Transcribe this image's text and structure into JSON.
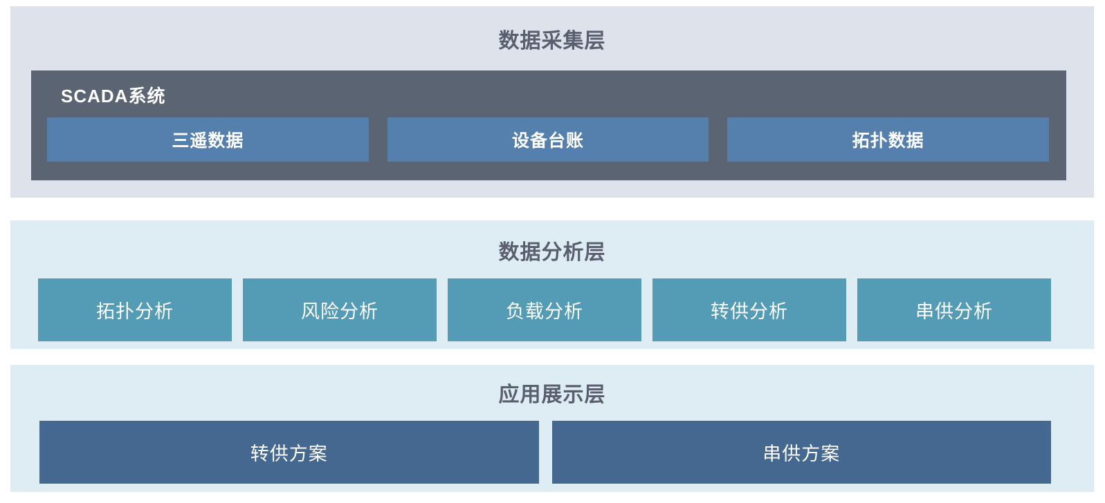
{
  "colors": {
    "page_bg": "#ffffff",
    "collection_layer_bg": "#dee2ea",
    "scada_container_bg": "#5a6472",
    "scada_item_bg": "#5580ae",
    "analysis_layer_bg": "#deecf3",
    "analysis_item_bg": "#549cb5",
    "application_layer_bg": "#deecf3",
    "application_item_bg": "#44688f",
    "layer_title_text": "#595f6e",
    "item_text": "#ffffff"
  },
  "layers": {
    "collection": {
      "title": "数据采集层",
      "scada": {
        "label": "SCADA系统",
        "items": [
          {
            "label": "三遥数据"
          },
          {
            "label": "设备台账"
          },
          {
            "label": "拓扑数据"
          }
        ]
      }
    },
    "analysis": {
      "title": "数据分析层",
      "items": [
        {
          "label": "拓扑分析"
        },
        {
          "label": "风险分析"
        },
        {
          "label": "负载分析"
        },
        {
          "label": "转供分析"
        },
        {
          "label": "串供分析"
        }
      ]
    },
    "application": {
      "title": "应用展示层",
      "items": [
        {
          "label": "转供方案"
        },
        {
          "label": "串供方案"
        }
      ]
    }
  }
}
